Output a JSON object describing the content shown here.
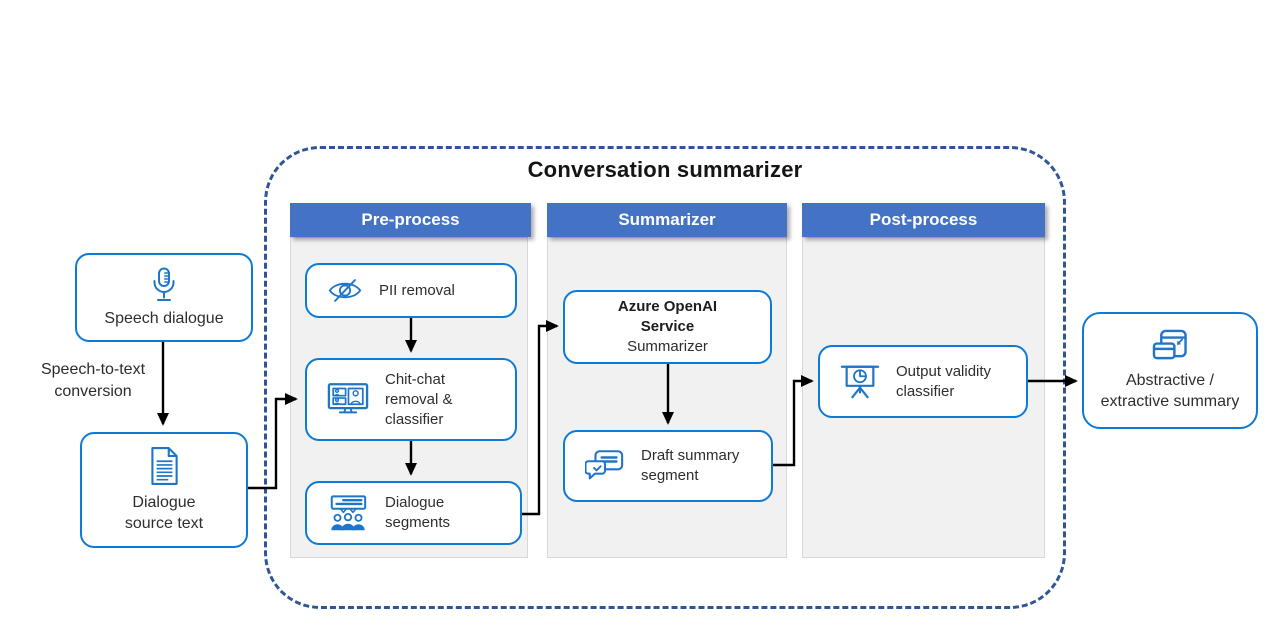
{
  "title": "Conversation summarizer",
  "colors": {
    "header_blue": "#4472C4",
    "box_border_blue": "#0D7AD6",
    "icon_blue": "#1F76C8",
    "dashed_border_blue": "#2F5597",
    "panel_gray": "#F1F1F1",
    "arrow_black": "#000000"
  },
  "input_flow": {
    "speech_box_label": "Speech dialogue",
    "speech_box_icon": "microphone-icon",
    "stt_line1": "Speech-to-text",
    "stt_line2": "conversion",
    "source_line1": "Dialogue",
    "source_line2": "source text",
    "source_icon": "document-icon"
  },
  "preprocess": {
    "header": "Pre-process",
    "pii_label": "PII removal",
    "pii_icon": "eye-off-icon",
    "chitchat_line1": "Chit-chat",
    "chitchat_line2": "removal &",
    "chitchat_line3": "classifier",
    "chitchat_icon": "video-call-monitor-icon",
    "segments_line1": "Dialogue",
    "segments_line2": "segments",
    "segments_icon": "presentation-audience-icon"
  },
  "summarizer": {
    "header": "Summarizer",
    "azure_line1": "Azure OpenAI",
    "azure_line2": "Service",
    "azure_line3": "Summarizer",
    "draft_line1": "Draft summary",
    "draft_line2": "segment",
    "draft_icon": "chat-bubbles-icon"
  },
  "postprocess": {
    "header": "Post-process",
    "validity_line1": "Output validity",
    "validity_line2": "classifier",
    "validity_icon": "easel-pie-chart-icon"
  },
  "output_flow": {
    "summary_line1": "Abstractive /",
    "summary_line2": "extractive summary",
    "summary_icon": "window-extract-icon"
  }
}
